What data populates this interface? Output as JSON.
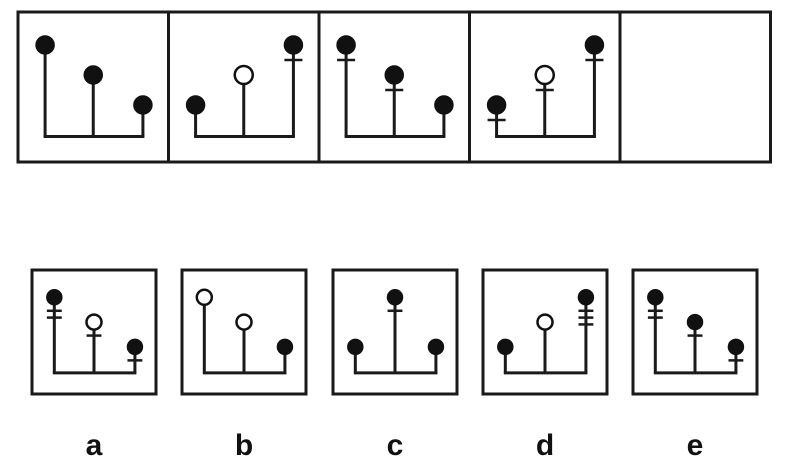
{
  "sequence": [
    {
      "stems": [
        {
          "fill": "filled",
          "ticks": 0
        },
        {
          "fill": "filled",
          "ticks": 0
        },
        {
          "fill": "filled",
          "ticks": 0
        }
      ]
    },
    {
      "stems": [
        {
          "fill": "filled",
          "ticks": 0
        },
        {
          "fill": "open",
          "ticks": 0
        },
        {
          "fill": "filled",
          "ticks": 1
        }
      ]
    },
    {
      "stems": [
        {
          "fill": "filled",
          "ticks": 1
        },
        {
          "fill": "filled",
          "ticks": 1
        },
        {
          "fill": "filled",
          "ticks": 0
        }
      ]
    },
    {
      "stems": [
        {
          "fill": "filled",
          "ticks": 1
        },
        {
          "fill": "open",
          "ticks": 1
        },
        {
          "fill": "filled",
          "ticks": 1
        }
      ]
    },
    {
      "empty": true
    }
  ],
  "options": [
    {
      "label": "a",
      "stems": [
        {
          "fill": "filled",
          "ticks": 2
        },
        {
          "fill": "open",
          "ticks": 1
        },
        {
          "fill": "filled",
          "ticks": 1
        }
      ]
    },
    {
      "label": "b",
      "stems": [
        {
          "fill": "open",
          "ticks": 0
        },
        {
          "fill": "open",
          "ticks": 0
        },
        {
          "fill": "filled",
          "ticks": 0
        }
      ]
    },
    {
      "label": "c",
      "stems": [
        {
          "fill": "filled",
          "ticks": 0
        },
        {
          "fill": "filled",
          "ticks": 1
        },
        {
          "fill": "filled",
          "ticks": 0
        }
      ]
    },
    {
      "label": "d",
      "stems": [
        {
          "fill": "filled",
          "ticks": 0
        },
        {
          "fill": "open",
          "ticks": 0
        },
        {
          "fill": "filled",
          "ticks": 3
        }
      ]
    },
    {
      "label": "e",
      "stems": [
        {
          "fill": "filled",
          "ticks": 2
        },
        {
          "fill": "filled",
          "ticks": 1
        },
        {
          "fill": "filled",
          "ticks": 1
        }
      ]
    }
  ]
}
